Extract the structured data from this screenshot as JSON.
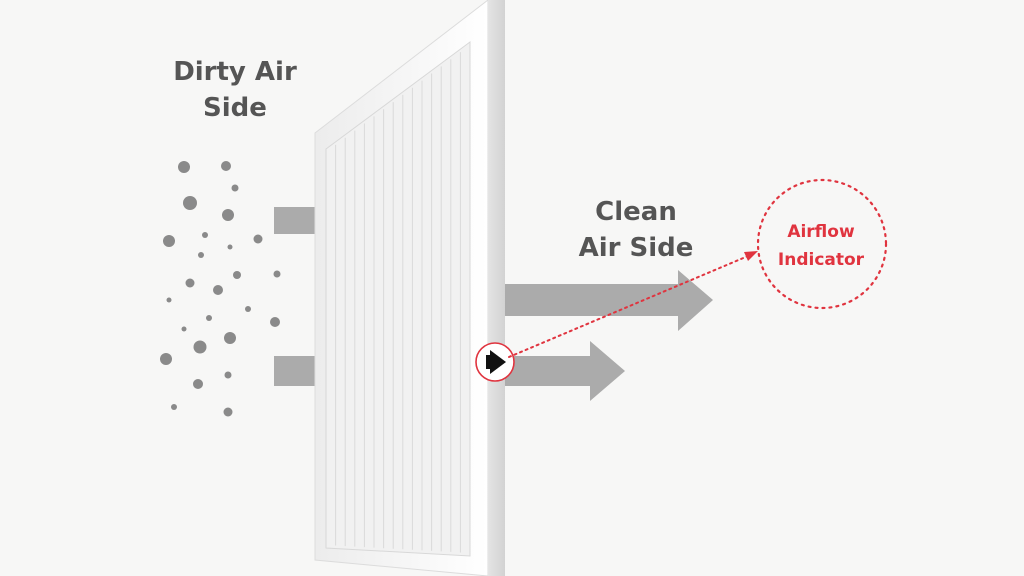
{
  "labels": {
    "dirty_side_line1": "Dirty Air",
    "dirty_side_line2": "Side",
    "clean_side_line1": "Clean",
    "clean_side_line2": "Air Side",
    "indicator_line1": "Airflow",
    "indicator_line2": "Indicator"
  },
  "colors": {
    "background": "#f7f7f6",
    "arrow": "#9e9e9e",
    "dust": "#8a8a8a",
    "text": "#555555",
    "indicator_red": "#e0343f",
    "frame": "#ffffff",
    "pleats": "#f1f1f1"
  },
  "icons": {
    "indicator_symbol": "play-arrow-icon"
  }
}
